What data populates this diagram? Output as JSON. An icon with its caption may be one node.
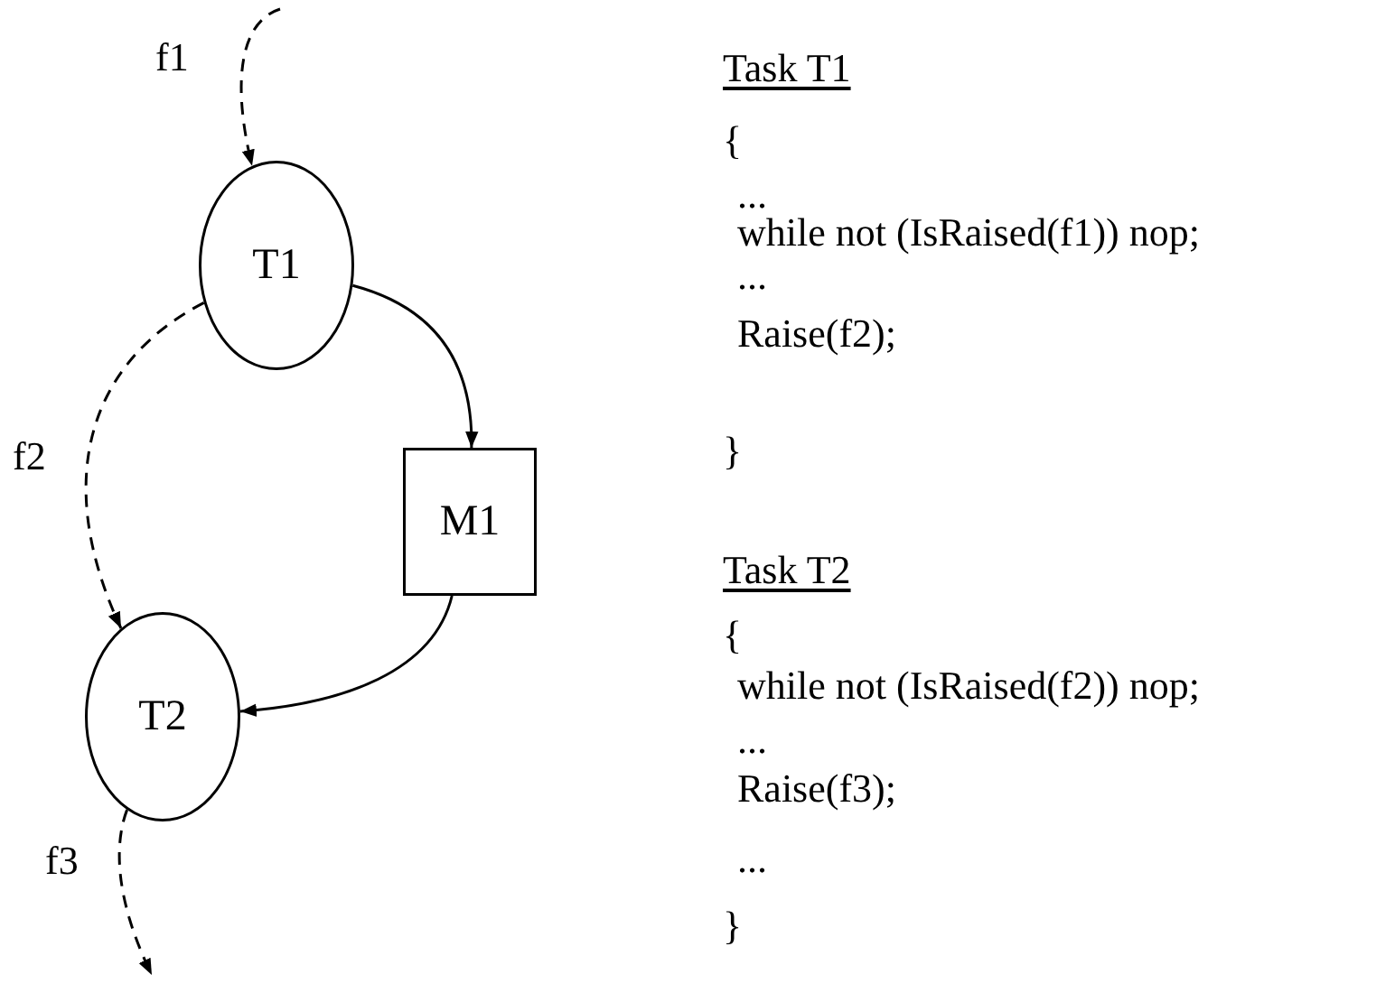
{
  "diagram": {
    "nodes": [
      {
        "text": [
          "T1"
        ]
      },
      {
        "text": [
          "M1"
        ]
      },
      {
        "text": [
          "T2"
        ]
      }
    ],
    "edges": [
      {
        "from": null,
        "to": 0,
        "arrow": "to",
        "label": "f1",
        "style": "dashed"
      },
      {
        "from": 0,
        "to": 1,
        "arrow": "to"
      },
      {
        "from": 1,
        "to": 2,
        "arrow": "to"
      },
      {
        "from": 0,
        "to": 2,
        "arrow": "to",
        "label": "f2",
        "style": "dashed"
      },
      {
        "from": 2,
        "to": null,
        "arrow": "to",
        "label": "f3",
        "style": "dashed"
      }
    ],
    "labels": [
      "Task T1",
      "{",
      "...",
      "while not (IsRaised(f1)) nop;",
      "...",
      "Raise(f2);",
      "}",
      "Task T2",
      "{",
      "while not (IsRaised(f2)) nop;",
      "...",
      "Raise(f3);",
      "...",
      "}"
    ]
  }
}
